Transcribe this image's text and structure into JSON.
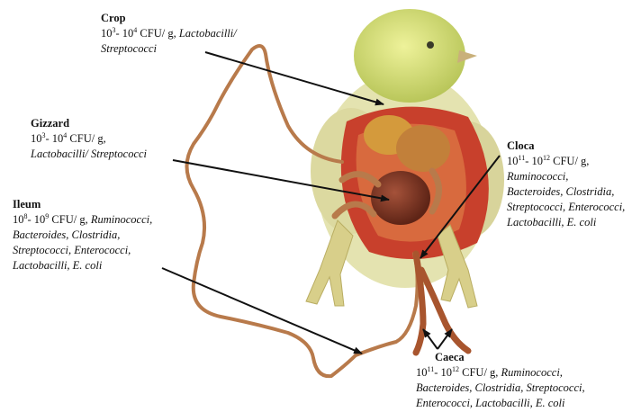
{
  "crop": {
    "title": "Crop",
    "count_lo": "10",
    "exp_lo": "3",
    "count_hi": "- 10",
    "exp_hi": "4",
    "unit": " CFU/ g, ",
    "bacteria_line1": "Lactobacilli/",
    "bacteria_line2": "Streptococci"
  },
  "gizzard": {
    "title": "Gizzard",
    "count_lo": "10",
    "exp_lo": "3",
    "count_hi": "- 10",
    "exp_hi": "4",
    "unit": " CFU/ g,",
    "bacteria_line1": "Lactobacilli/ Streptococci"
  },
  "ileum": {
    "title": "Ileum",
    "count_lo": "10",
    "exp_lo": "8",
    "count_hi": "- 10",
    "exp_hi": "9",
    "unit": " CFU/ g, ",
    "bacteria_line1": "Ruminococci,",
    "bacteria_line2": "Bacteroides, Clostridia,",
    "bacteria_line3": "Streptococci, Enterococci,",
    "bacteria_line4": "Lactobacilli, E. coli"
  },
  "cloca": {
    "title": "Cloca",
    "count_lo": "10",
    "exp_lo": "11",
    "count_hi": "- 10",
    "exp_hi": "12",
    "unit": " CFU/ g,",
    "bacteria_line1": "Ruminococci,",
    "bacteria_line2": "Bacteroides, Clostridia,",
    "bacteria_line3": "Streptococci, Enterococci,",
    "bacteria_line4": "Lactobacilli, E. coli"
  },
  "caeca": {
    "title": "Caeca",
    "count_lo": "10",
    "exp_lo": "11",
    "count_hi": "- 10",
    "exp_hi": "12",
    "unit": " CFU/ g, ",
    "bacteria_line1": "Ruminococci,",
    "bacteria_line2": "Bacteroides, Clostridia, Streptococci,",
    "bacteria_line3": "Enterococci, Lactobacilli, E. coli"
  },
  "colors": {
    "intestine": "#b87a4b",
    "chick_yellow": "#d8e07a",
    "tissue_red": "#c8402c",
    "gizzard": "#7a3220",
    "arrow": "#111111"
  }
}
